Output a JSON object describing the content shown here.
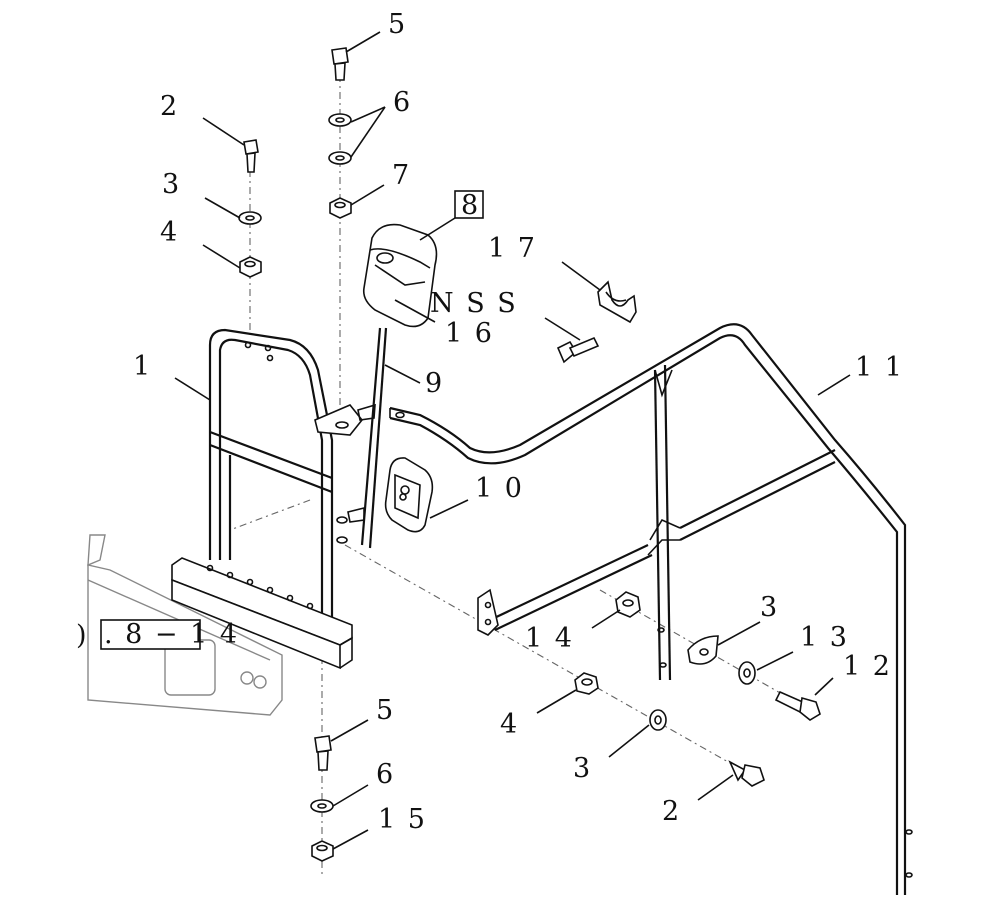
{
  "callouts": {
    "c1": "1",
    "c2_top": "2",
    "c3_top": "3",
    "c4_top": "4",
    "c5_top": "5",
    "c6_top": "6",
    "c7": "7",
    "c8_boxed": "8",
    "c9": "9",
    "c10": "1 0",
    "c11": "1 1",
    "c12": "1 2",
    "c13": "1 3",
    "c14": "1 4",
    "c16": "1 6",
    "c17": "1 7",
    "nss": "N S S",
    "c3_right": "3",
    "c4_bottom": "4",
    "c3_bottom": "3",
    "c2_bottom": "2",
    "c5_bottom": "5",
    "c6_bottom": "6",
    "c15": "1 5"
  },
  "reference_box": {
    "prefix": ")",
    "text": ". 8 − 1 4"
  }
}
